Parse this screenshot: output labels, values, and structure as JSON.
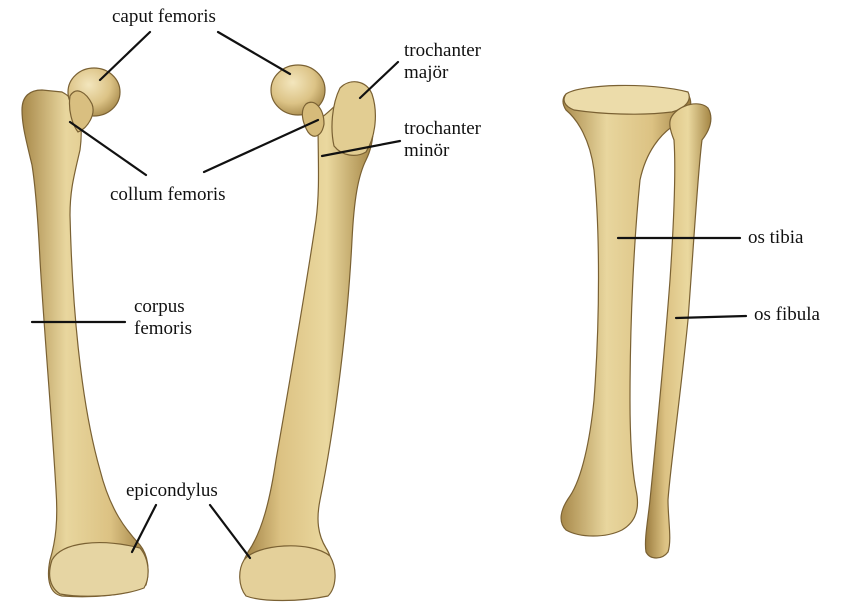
{
  "labels": {
    "caput_femoris": "caput femoris",
    "trochanter_major": [
      "trochanter",
      "majör"
    ],
    "trochanter_minor": [
      "trochanter",
      "minör"
    ],
    "collum_femoris": "collum femoris",
    "corpus_femoris": [
      "corpus",
      "femoris"
    ],
    "epicondylus": "epicondylus",
    "os_tibia": "os tibia",
    "os_fibula": "os fibula"
  },
  "colors": {
    "bone_fill": "#e3cf95",
    "bone_shadow": "#b89a55",
    "bone_outline": "#7a6133",
    "leader_line": "#111111",
    "background": "#ffffff"
  }
}
